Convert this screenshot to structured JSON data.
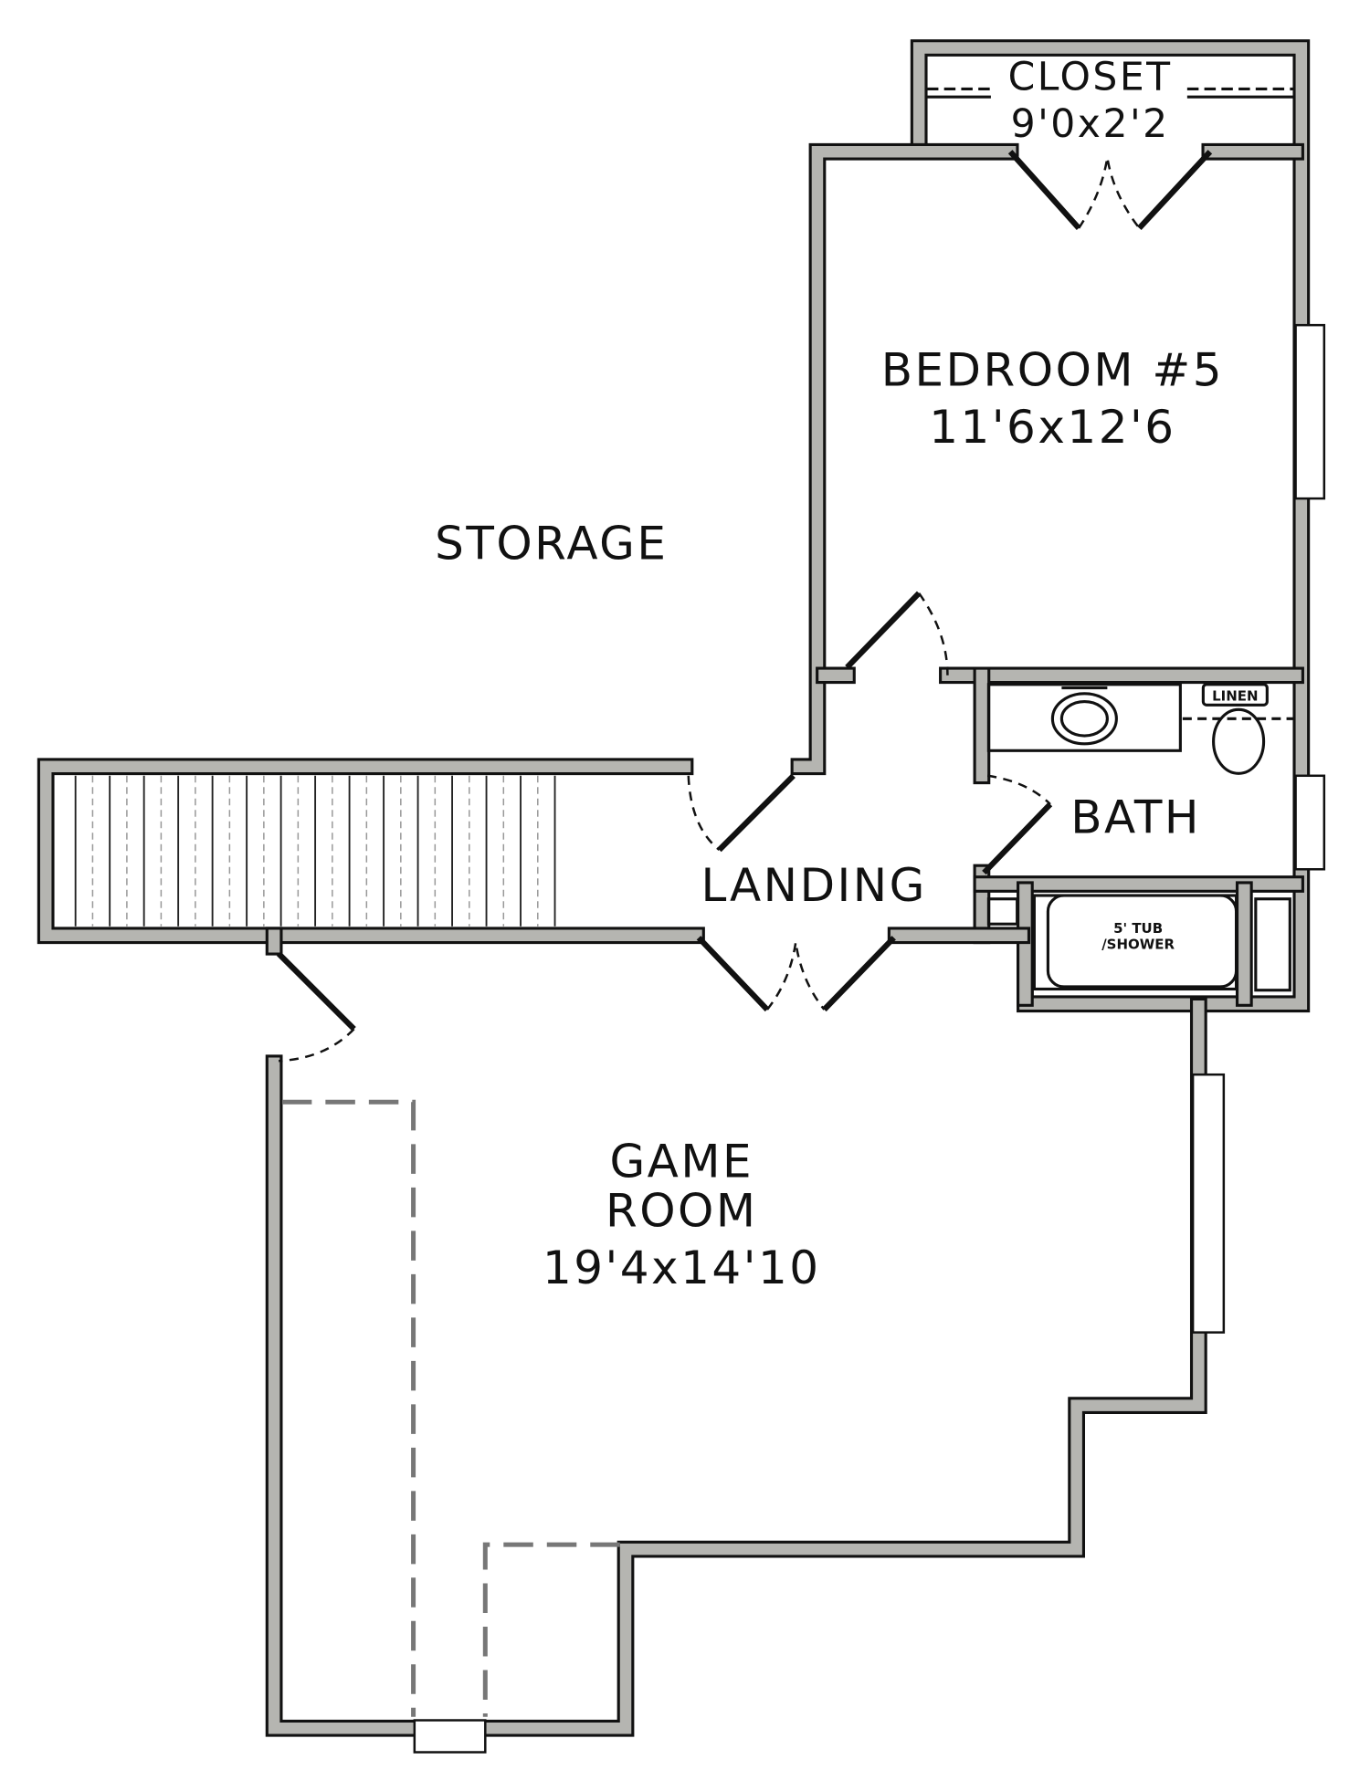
{
  "plan": {
    "rooms": {
      "closet": {
        "name": "CLOSET",
        "size": "9'0x2'2"
      },
      "bedroom": {
        "name": "BEDROOM #5",
        "size": "11'6x12'6"
      },
      "storage": {
        "name": "STORAGE"
      },
      "bath": {
        "name": "BATH"
      },
      "landing": {
        "name": "LANDING"
      },
      "game_room": {
        "name_line1": "GAME",
        "name_line2": "ROOM",
        "size": "19'4x14'10"
      }
    },
    "fixtures": {
      "linen": "LINEN",
      "tub_line1": "5' TUB",
      "tub_line2": "/SHOWER"
    },
    "colors": {
      "wall_fill": "#b5b5b1",
      "line": "#111111"
    }
  }
}
